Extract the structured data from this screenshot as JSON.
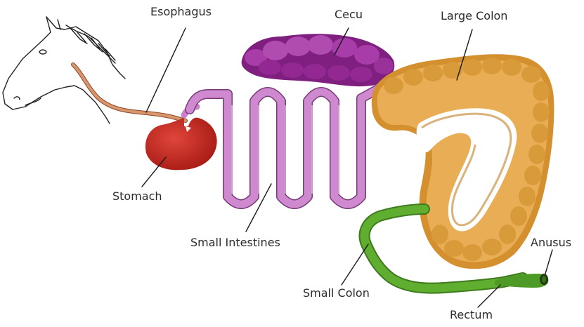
{
  "labels": {
    "esophagus": "Esophagus",
    "cecum": "Cecu",
    "large_colon": "Large Colon",
    "stomach": "Stomach",
    "small_intestines": "Small Intestines",
    "anusus": "Anusus",
    "small_colon": "Small Colon",
    "rectum": "Rectum"
  },
  "colors": {
    "horse_outline": "#222222",
    "esophagus": "#d9956b",
    "stomach": "#c8241d",
    "small_intestines": "#c97fc9",
    "cecum": "#9a2f9a",
    "large_colon": "#e0a548",
    "small_colon": "#5aa22d",
    "rectum": "#5aa22d",
    "leader_line": "#1a1a1a"
  }
}
